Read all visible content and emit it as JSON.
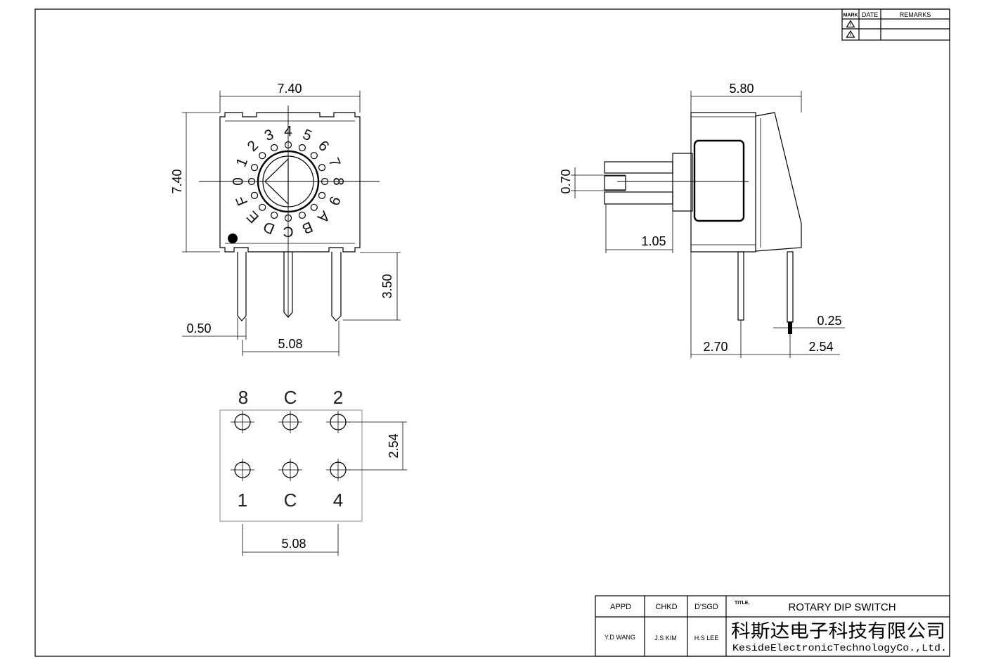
{
  "revision_block": {
    "mark_label": "MARK",
    "date_label": "DATE",
    "remarks_label": "REMARKS"
  },
  "front_view": {
    "width_dim": "7.40",
    "height_dim": "7.40",
    "pin_length_dim": "3.50",
    "pin_width_dim": "0.50",
    "pin_pitch_dim": "5.08",
    "dial_digits": [
      "0",
      "1",
      "2",
      "3",
      "4",
      "5",
      "6",
      "7",
      "8",
      "9",
      "A",
      "B",
      "C",
      "D",
      "E",
      "F"
    ]
  },
  "side_view": {
    "depth_dim": "5.80",
    "pin_thickness_dim": "0.70",
    "pin_offset_dim": "1.05",
    "pin_side_dim": "0.25",
    "pin_row_offset_dim": "2.70",
    "pin_row_pitch_dim": "2.54"
  },
  "pcb_layout": {
    "top_labels": [
      "8",
      "C",
      "2"
    ],
    "bottom_labels": [
      "1",
      "C",
      "4"
    ],
    "row_pitch_dim": "2.54",
    "column_pitch_dim": "5.08"
  },
  "title_block": {
    "appd_label": "APPD",
    "chkd_label": "CHKD",
    "dsgd_label": "D'SGD",
    "title_label": "TITLE.",
    "title": "ROTARY DIP SWITCH",
    "appd": "Y.D WANG",
    "chkd": "J.S KIM",
    "dsgd": "H.S LEE",
    "company_cn": "科斯达电子科技有限公司",
    "company_en": "KesideElectronicTechnologyCo.,Ltd."
  }
}
